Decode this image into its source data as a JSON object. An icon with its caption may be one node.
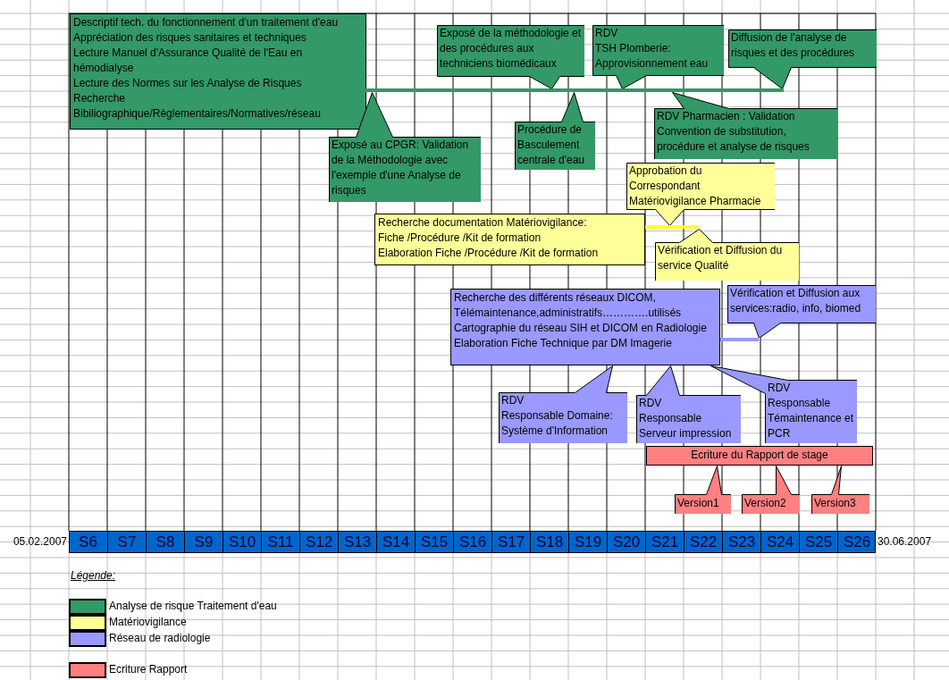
{
  "diagram": {
    "nodes": [
      {
        "text": [
          "Descriptif tech. du fonctionnement d'un traitement d'eau",
          "Appréciation des risques sanitaires et techniques",
          "Lecture Manuel d'Assurance Qualité de l'Eau en hémodialyse",
          "Lecture des Normes sur les Analyse de Risques",
          "Recherche Bibiliographique/Règlementaires/Normatives/réseau"
        ]
      },
      {
        "text": [],
        "shape": "bar"
      },
      {
        "text": [
          "Exposé de la méthodologie et des procédures aux techniciens biomédicaux"
        ]
      },
      {
        "text": [
          "RDV",
          "TSH Plomberie: Approvisionnement eau"
        ]
      },
      {
        "text": [
          "Diffusion de l'analyse de risques et des procédures"
        ]
      },
      {
        "text": [
          "Exposé au CPGR: Validation de la Méthodologie avec l'exemple d'une Analyse de risques"
        ]
      },
      {
        "text": [
          "Procédure de Basculement centrale d'eau"
        ]
      },
      {
        "text": [
          "RDV Pharmacien : Validation Convention de substitution, procédure et analyse de risques"
        ]
      },
      {
        "text": [
          "Approbation du Correspondant Matériovigilance Pharmacie"
        ]
      },
      {
        "text": [
          "Recherche documentation Matériovigilance:",
          "Fiche /Procédure /Kit de formation",
          "Elaboration Fiche /Procédure /Kit de formation"
        ]
      },
      {
        "text": [],
        "shape": "bar"
      },
      {
        "text": [
          "Vérification et Diffusion du service Qualité"
        ]
      },
      {
        "text": [
          "Recherche des différents réseaux DICOM, Télémaintenance,administratifs………….utilisés",
          "Cartographie du réseau SIH et DICOM en Radiologie",
          "Elaboration Fiche Technique par DM Imagerie"
        ]
      },
      {
        "text": [
          "Vérification et Diffusion aux services:radio, info, biomed"
        ]
      },
      {
        "text": [],
        "shape": "bar"
      },
      {
        "text": [
          "RDV",
          "Responsable Domaine: Système d'Information"
        ]
      },
      {
        "text": [
          "RDV",
          "Responsable Serveur impression"
        ]
      },
      {
        "text": [
          "RDV",
          "Responsable Témaintenance et PCR"
        ]
      },
      {
        "text": [
          "Ecriture du Rapport de stage"
        ]
      },
      {
        "text": [
          "Version1"
        ]
      },
      {
        "text": [
          "Version2"
        ]
      },
      {
        "text": [
          "Version3"
        ]
      }
    ],
    "labels": [
      "05.02.2007",
      "S6",
      "S7",
      "S8",
      "S9",
      "S10",
      "S11",
      "S12",
      "S13",
      "S14",
      "S15",
      "S16",
      "S17",
      "S18",
      "S19",
      "S20",
      "S21",
      "S22",
      "S23",
      "S24",
      "S25",
      "S26",
      "30.06.2007",
      "Légende:"
    ],
    "legend": [
      {
        "text": "Analyse de risque Traitement d'eau",
        "color": "#339966"
      },
      {
        "text": "Matériovigilance",
        "color": "#ffff99"
      },
      {
        "text": "Réseau de radiologie",
        "color": "#9999ff"
      },
      {
        "text": "Ecriture Rapport",
        "color": "#ff8080"
      }
    ]
  }
}
